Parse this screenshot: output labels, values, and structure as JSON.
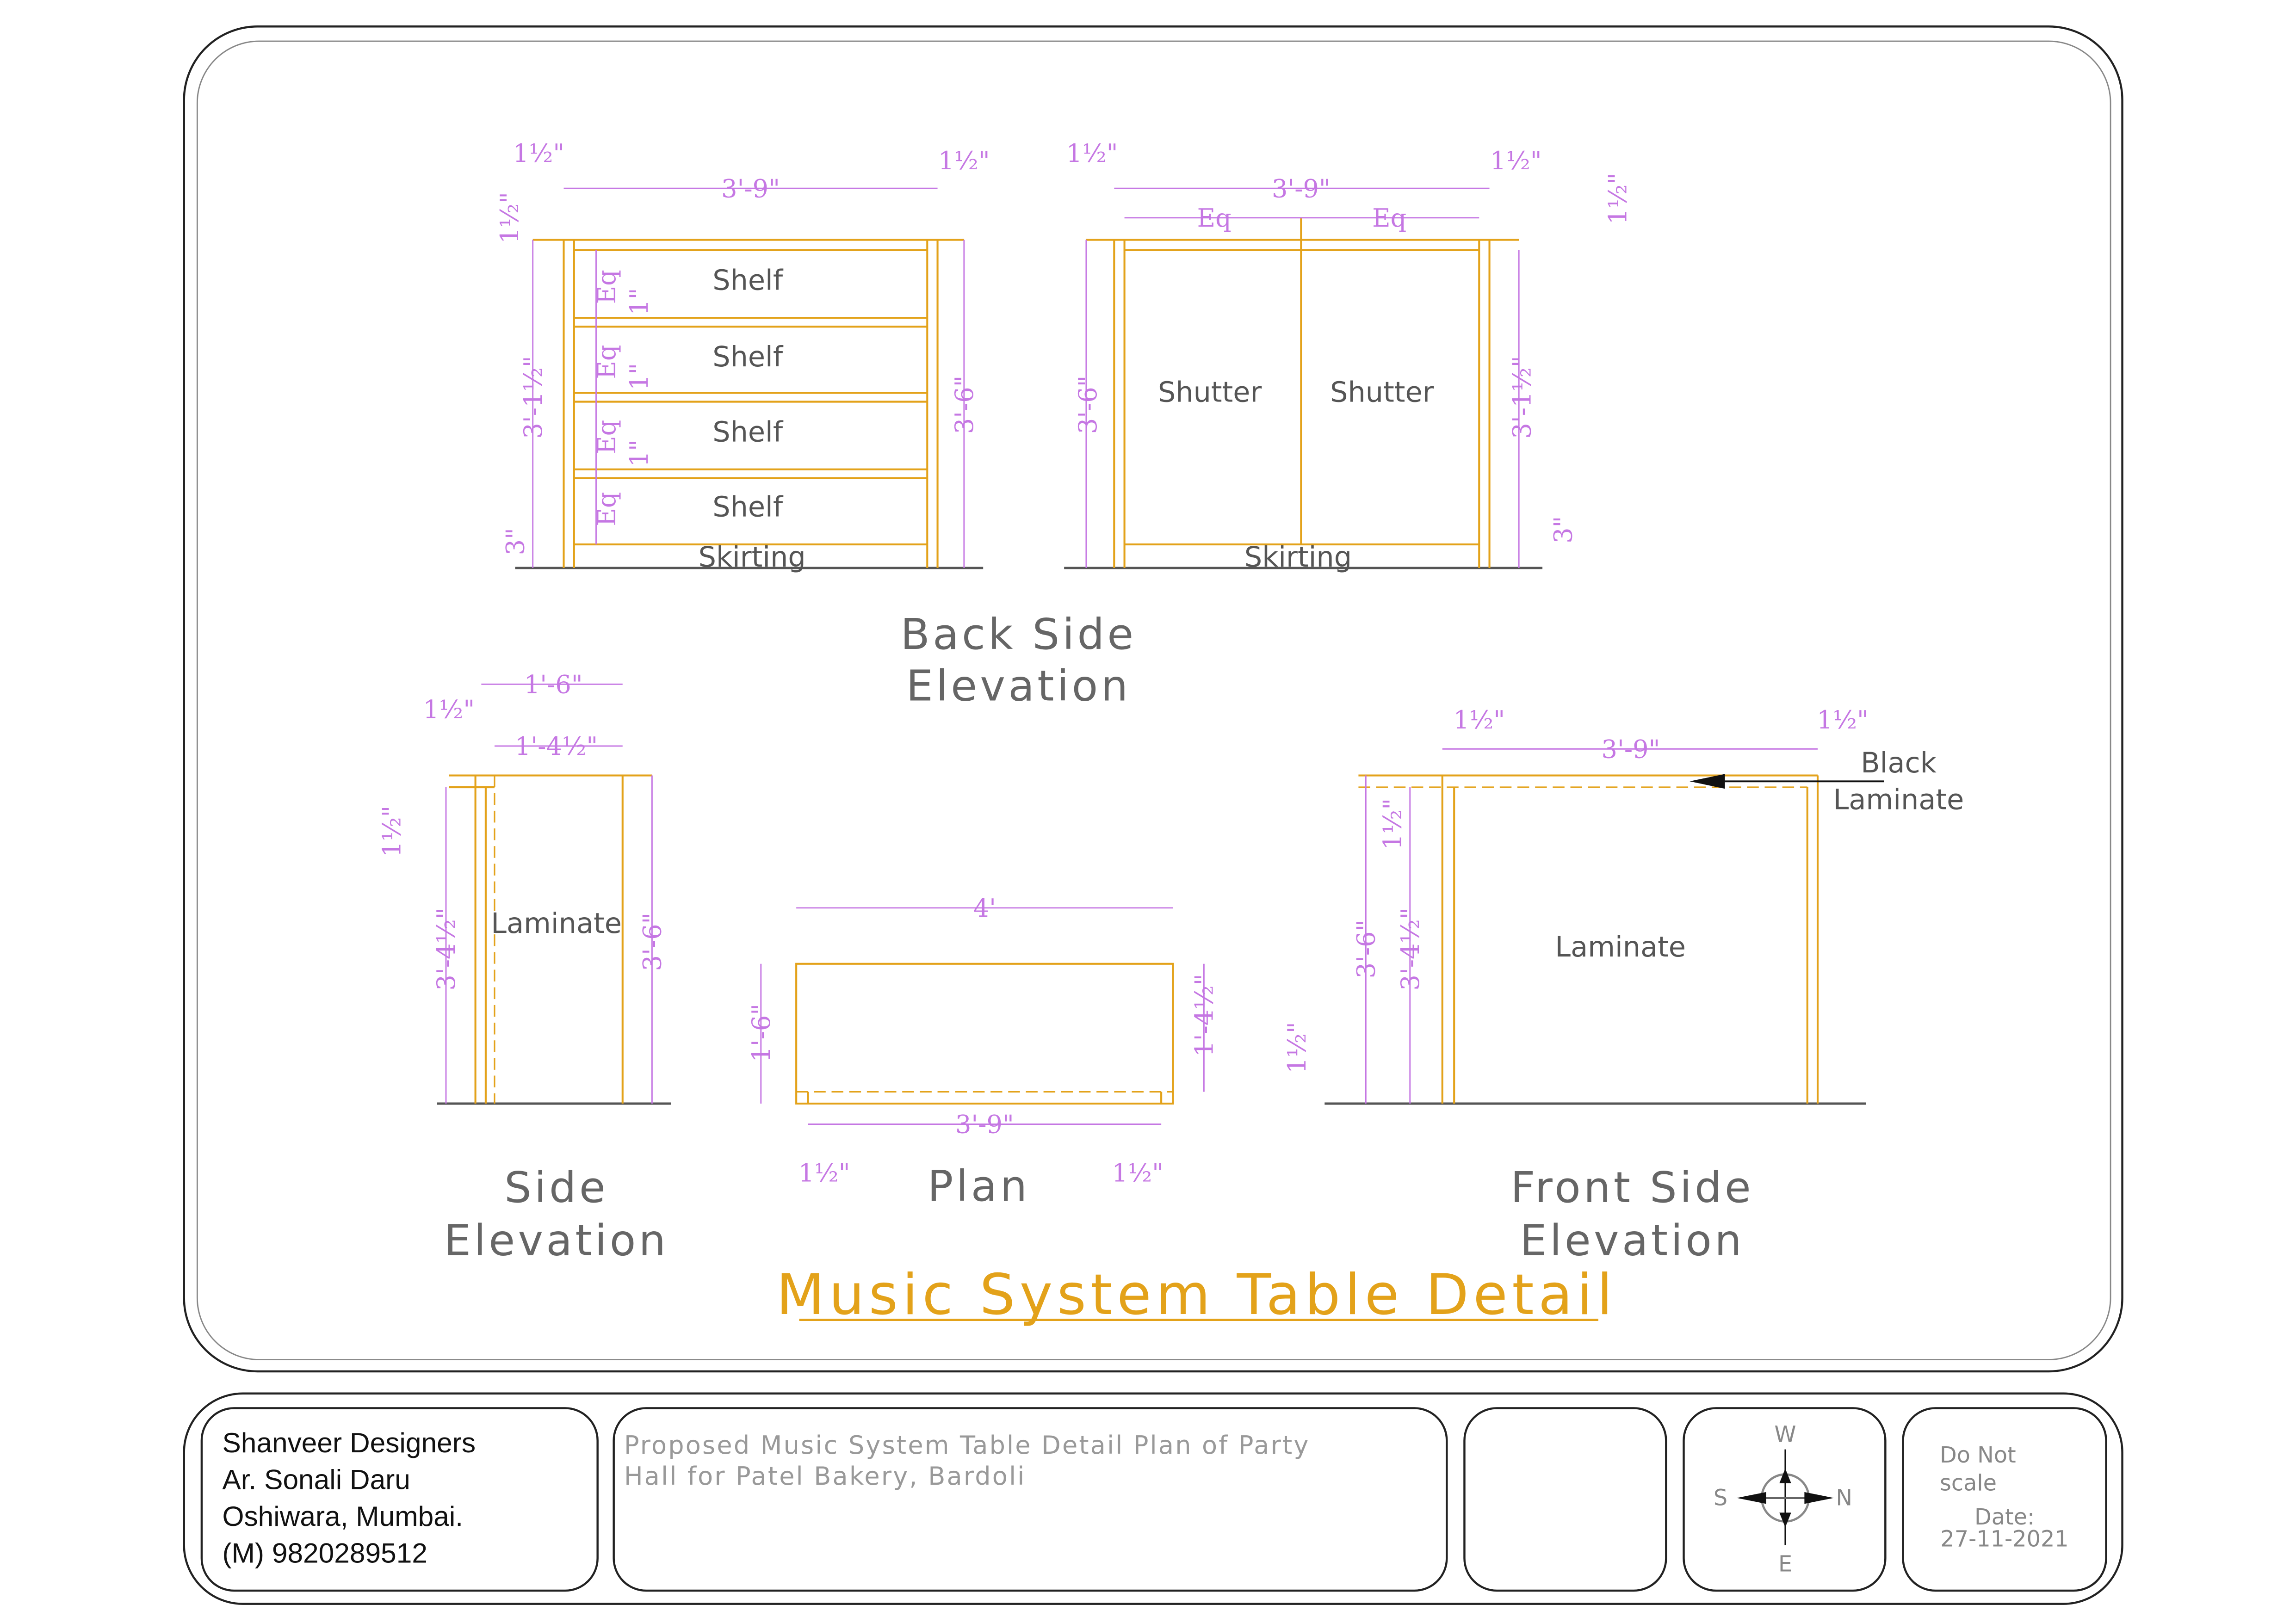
{
  "drawing_title": "Music System Table Detail",
  "colors": {
    "member": "#e3a21a",
    "dimension": "#c577e3",
    "label": "#555555"
  },
  "back_elevation": {
    "title_line1": "Back  Side",
    "title_line2": "Elevation",
    "left": {
      "shelves": [
        "Shelf",
        "Shelf",
        "Shelf",
        "Shelf"
      ],
      "skirting": "Skirting",
      "dims": {
        "width": "3'-9\"",
        "side_left": "1½\"",
        "side_right": "1½\"",
        "top": "1½\"",
        "inner_height": "3'-1½\"",
        "height": "3'-6\"",
        "skirting": "3\"",
        "eq": [
          "Eq",
          "Eq",
          "Eq",
          "Eq"
        ],
        "shelf_thk": [
          "1\"",
          "1\"",
          "1\""
        ]
      }
    },
    "right": {
      "shutters": [
        "Shutter",
        "Shutter"
      ],
      "skirting": "Skirting",
      "dims": {
        "width": "3'-9\"",
        "side_left": "1½\"",
        "side_right": "1½\"",
        "top": "1½\"",
        "eq": [
          "Eq",
          "Eq"
        ],
        "height": "3'-6\"",
        "inner_height": "3'-1½\"",
        "skirting": "3\""
      }
    }
  },
  "side_elevation": {
    "title_line1": "Side",
    "title_line2": "Elevation",
    "label": "Laminate",
    "dims": {
      "depth": "1'-6\"",
      "inner_depth": "1'-4½\"",
      "side": "1½\"",
      "top": "1½\"",
      "inner_height": "3'-4½\"",
      "height": "3'-6\""
    }
  },
  "plan": {
    "title": "Plan",
    "dims": {
      "length": "4'",
      "inner_length": "3'-9\"",
      "depth": "1'-6\"",
      "inner_depth": "1'-4½\"",
      "back": "1½\"",
      "left": "1½\"",
      "right": "1½\""
    }
  },
  "front_elevation": {
    "title_line1": "Front  Side",
    "title_line2": "Elevation",
    "label": "Laminate",
    "callout_line1": "Black",
    "callout_line2": "Laminate",
    "dims": {
      "width": "3'-9\"",
      "left": "1½\"",
      "right": "1½\"",
      "top": "1½\"",
      "height": "3'-6\"",
      "inner_height": "3'-4½\""
    }
  },
  "title_block": {
    "firm": [
      "Shanveer Designers",
      "Ar. Sonali Daru",
      "Oshiwara, Mumbai.",
      "(M) 9820289512"
    ],
    "description_line1": "Proposed  Music  System  Table  Detail  Plan  of  Party",
    "description_line2": "Hall  for  Patel  Bakery,  Bardoli",
    "compass": {
      "top": "W",
      "left": "S",
      "right": "N",
      "bottom": "E"
    },
    "note_line1": "Do   Not",
    "note_line2": "scale",
    "date_label": "Date:",
    "date": "27-11-2021"
  }
}
